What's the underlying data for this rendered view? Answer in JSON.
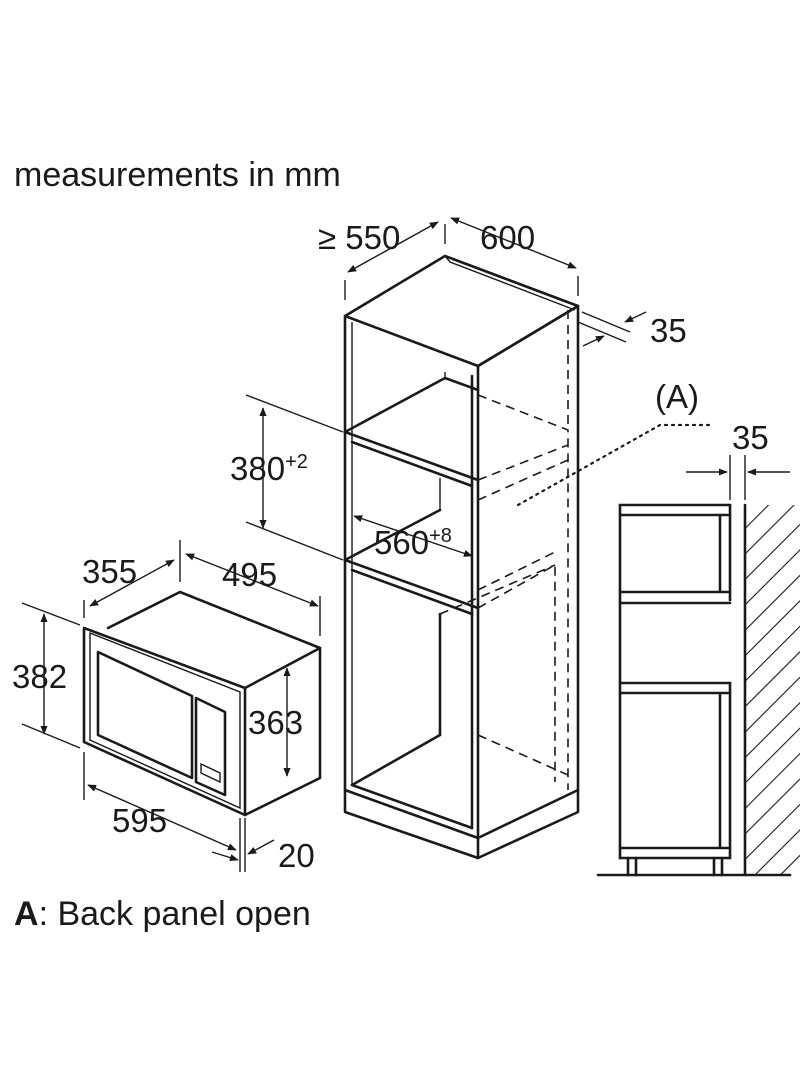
{
  "heading": "measurements in mm",
  "legend": {
    "key": "A",
    "text": ": Back panel open"
  },
  "callout_label": "(A)",
  "dimensions": {
    "cabinet_depth": "≥ 550",
    "cabinet_width": "600",
    "back_gap": "35",
    "niche_height": "380",
    "niche_height_tol": "+2",
    "niche_width": "560",
    "niche_width_tol": "+8",
    "oven_depth": "355",
    "oven_side_depth": "495",
    "oven_height": "382",
    "oven_body_height": "363",
    "oven_width": "595",
    "frame_depth": "20",
    "side_gap": "35"
  }
}
